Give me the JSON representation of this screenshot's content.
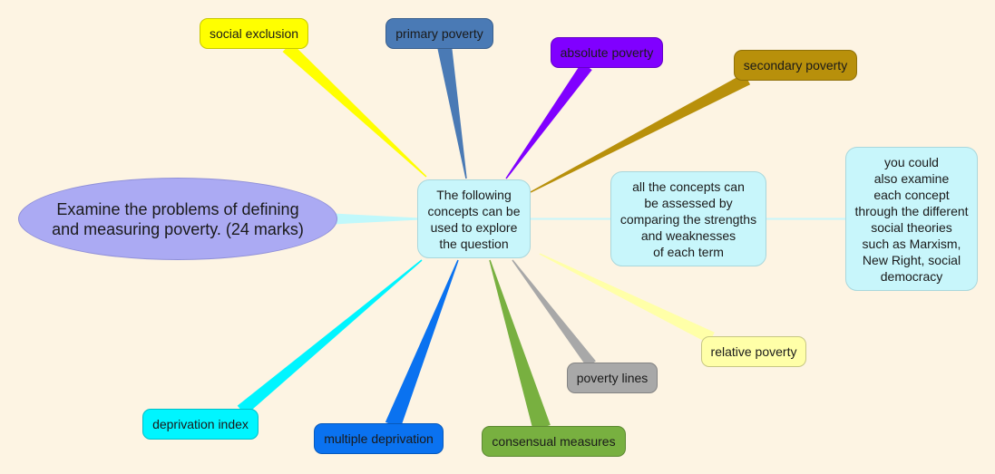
{
  "root": {
    "label": "Examine the problems of defining\nand measuring poverty. (24 marks)",
    "color": "#abaaf3"
  },
  "hub": {
    "label": "The following\nconcepts can be\nused to explore\nthe question",
    "color": "#c8f6fb"
  },
  "assessment_note": {
    "label": "all the concepts can\nbe assessed by\ncomparing the strengths\nand weaknesses\nof each term",
    "color": "#c8f6fb"
  },
  "theory_note": {
    "label": "you could\nalso examine\neach concept\nthrough the different\nsocial theories\nsuch as Marxism,\nNew Right, social\ndemocracy",
    "color": "#c8f6fb"
  },
  "concepts": [
    {
      "id": "social-exclusion",
      "label": "social exclusion",
      "color": "#ffff00"
    },
    {
      "id": "primary-poverty",
      "label": "primary poverty",
      "color": "#4a7ab5"
    },
    {
      "id": "absolute-poverty",
      "label": "absolute poverty",
      "color": "#8000ff"
    },
    {
      "id": "secondary-poverty",
      "label": "secondary poverty",
      "color": "#b8900b"
    },
    {
      "id": "relative-poverty",
      "label": "relative poverty",
      "color": "#ffffa8"
    },
    {
      "id": "poverty-lines",
      "label": "poverty lines",
      "color": "#a8a8a8"
    },
    {
      "id": "consensual-measures",
      "label": "consensual measures",
      "color": "#78b040"
    },
    {
      "id": "multiple-deprivation",
      "label": "multiple deprivation",
      "color": "#0a72f0"
    },
    {
      "id": "deprivation-index",
      "label": "deprivation index",
      "color": "#00f5ff"
    }
  ],
  "link_colors": {
    "root_to_hub": "#c0f8fb",
    "hub_to_assessment": "#c8f6fb",
    "assessment_to_theory": "#c8f6fb"
  }
}
